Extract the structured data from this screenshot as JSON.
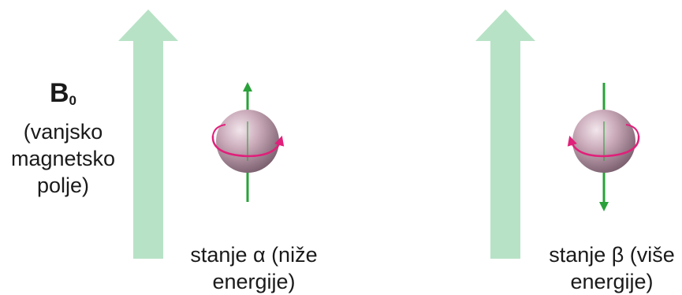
{
  "field": {
    "symbol": "B",
    "subscript": "0",
    "description": "(vanjsko\nmagnetsko\npolje)"
  },
  "states": [
    {
      "line1": "stanje α (niže",
      "line2": "energije)",
      "spin": "up"
    },
    {
      "line1": "stanje β (više",
      "line2": "energije)",
      "spin": "down"
    }
  ],
  "colors": {
    "field_arrow": "#b8e2c6",
    "sphere": "#c9a9b8",
    "spin_arrow": "#2aa13a",
    "rotation_ring": "#e0207a"
  }
}
